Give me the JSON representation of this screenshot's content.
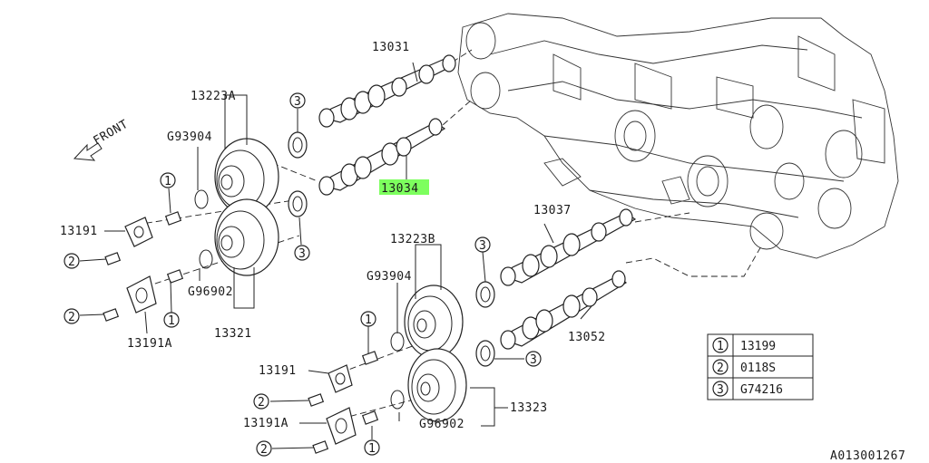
{
  "diagram": {
    "front_label": "FRONT",
    "code": "A013001267",
    "labels": {
      "p13031": "13031",
      "p13223A": "13223A",
      "pG93904a": "G93904",
      "p13034": "13034",
      "p13191a": "13191",
      "pG96902a": "G96902",
      "p13321": "13321",
      "p13191Aa": "13191A",
      "p13037": "13037",
      "p13223B": "13223B",
      "pG93904b": "G93904",
      "p13052": "13052",
      "p13191b": "13191",
      "p13323": "13323",
      "pG96902b": "G96902",
      "p13191Ab": "13191A"
    },
    "callouts": [
      "1",
      "2",
      "3"
    ],
    "legend": [
      {
        "num": "1",
        "part": "13199"
      },
      {
        "num": "2",
        "part": "0118S"
      },
      {
        "num": "3",
        "part": "G74216"
      }
    ],
    "highlight_color": "#7dff5e"
  }
}
